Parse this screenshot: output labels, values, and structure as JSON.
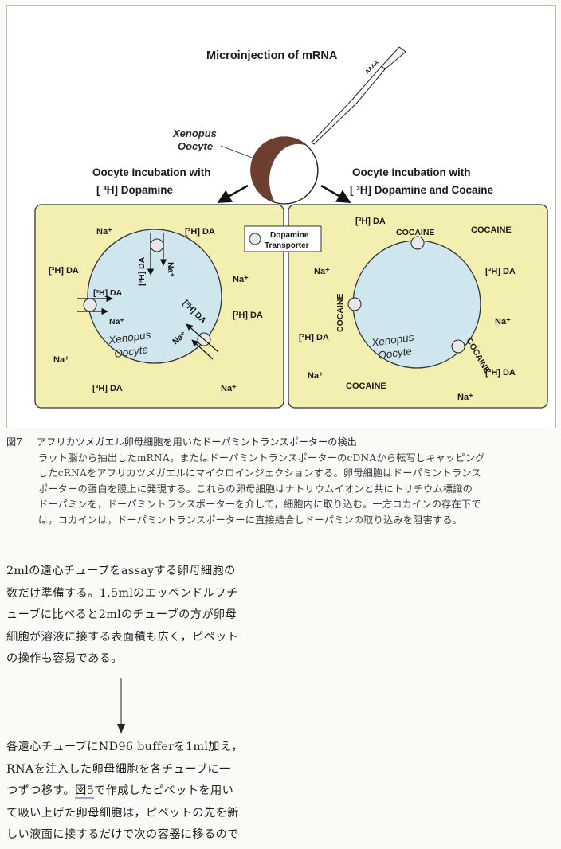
{
  "figure": {
    "title": "Microinjection of mRNA",
    "oocyte_label_line1": "Xenopus",
    "oocyte_label_line2": "Oocyte",
    "left_heading_line1": "Oocyte Incubation with",
    "left_heading_line2": "[ ³H] Dopamine",
    "right_heading_line1": "Oocyte Incubation with",
    "right_heading_line2": "[ ³H] Dopamine and Cocaine",
    "polya": "AAAA",
    "legend_line1": "Dopamine",
    "legend_line2": "Transporter",
    "cell_label_line1": "Xenopus",
    "cell_label_line2": "Oocyte",
    "na": "Na⁺",
    "da": "[³H] DA",
    "cocaine": "COCAINE",
    "colors": {
      "panel_fill": "#f3efb0",
      "cell_fill": "#cfe6ef",
      "oocyte_dark": "#6e3f31"
    }
  },
  "caption": {
    "fig_no": "図7",
    "title": "アフリカツメガエル卵母細胞を用いたドーパミントランスポーターの検出",
    "lines": [
      "ラット脳から抽出したmRNA，またはドーパミントランスポーターのcDNAから転写しキャッピング",
      "したcRNAをアフリカツメガエルにマイクロインジェクションする。卵母細胞はドーパミントランス",
      "ポーターの蛋白を膜上に発現する。これらの卵母細胞はナトリウムイオンと共にトリチウム標識の",
      "ドーパミンを，ドーパミントランスポーターを介して，細胞内に取り込む。一方コカインの存在下で",
      "は，コカインは，ドーパミントランスポーターに直接結合しドーパミンの取り込みを阻害する。"
    ]
  },
  "steps": {
    "step1_lines": [
      "2mlの遠心チューブをassayする卵母細胞の",
      "数だけ準備する。1.5mlのエッペンドルフチ",
      "ューブに比べると2mlのチューブの方が卵母",
      "細胞が溶液に接する表面積も広く，ピペット",
      "の操作も容易である。"
    ],
    "step2_line1": "各遠心チューブにND96 bufferを1ml加え，",
    "step2_line2": "RNAを注入した卵母細胞を各チューブに一",
    "step2_line3_before": "つずつ移す。",
    "step2_line3_ref": "図5",
    "step2_line3_after": "で作成したピペットを用い",
    "step2_line4": "て吸い上げた卵母細胞は，ピペットの先を新",
    "step2_line5": "しい液面に接するだけで次の容器に移るので"
  }
}
